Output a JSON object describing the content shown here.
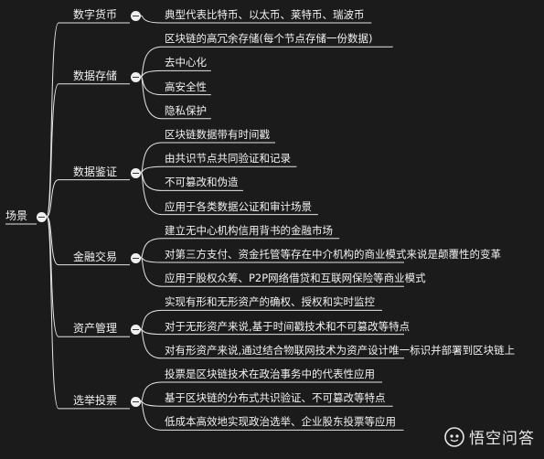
{
  "mindmap": {
    "root": {
      "label": "场景"
    },
    "branches": [
      {
        "label": "数字货币",
        "children": [
          "典型代表比特币、以太币、莱特币、瑞波币"
        ]
      },
      {
        "label": "数据存储",
        "children": [
          "区块链的高冗余存储(每个节点存储一份数据)",
          "去中心化",
          "高安全性",
          "隐私保护"
        ]
      },
      {
        "label": "数据鉴证",
        "children": [
          "区块链数据带有时间戳",
          "由共识节点共同验证和记录",
          "不可篡改和伪造",
          "应用于各类数据公证和审计场景"
        ]
      },
      {
        "label": "金融交易",
        "children": [
          "建立无中心机构信用背书的金融市场",
          "对第三方支付、资金托管等存在中介机构的商业模式来说是颠覆性的变革",
          "应用于股权众筹、P2P网络借贷和互联网保险等商业模式"
        ]
      },
      {
        "label": "资产管理",
        "children": [
          "实现有形和无形资产的确权、授权和实时监控",
          "对于无形资产来说,基于时间戳技术和不可篡改等特点",
          "对有形资产来说,通过结合物联网技术为资产设计唯一标识并部署到区块链上"
        ]
      },
      {
        "label": "选举投票",
        "children": [
          "投票是区块链技术在政治事务中的代表性应用",
          "基于区块链的分布式共识验证、不可篡改等特点",
          "低成本高效地实现政治选举、企业股东投票等应用"
        ]
      }
    ]
  },
  "watermark": {
    "text": "悟空问答",
    "icon": "wukong-logo-icon"
  },
  "colors": {
    "background": "#1b1b1b",
    "line": "#e6e6e6",
    "text": "#f2f2f2"
  }
}
